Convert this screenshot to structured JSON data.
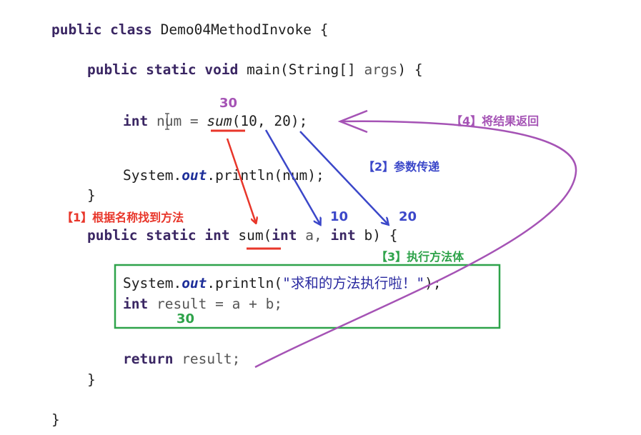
{
  "code": {
    "l1_kw": "public class",
    "l1_rest": " Demo04MethodInvoke {",
    "l2_kw": "public static void",
    "l2_mid": " main(String[] ",
    "l2_param": "args",
    "l2_end": ") {",
    "l3_kw": "int",
    "l3_a": " num = ",
    "l3_call": "sum",
    "l3_b": "(10, 20);",
    "l4_a": "System.",
    "l4_field": "out",
    "l4_b": ".println(num);",
    "l5": "}",
    "l6_kw": "public static int",
    "l6_a": " sum(",
    "l6_kw2": "int",
    "l6_b": " a, ",
    "l6_kw3": "int",
    "l6_c": " b) {",
    "l7_a": "System.",
    "l7_field": "out",
    "l7_b": ".println(",
    "l7_str": "\"求和的方法执行啦！\"",
    "l7_c": ");",
    "l8_kw": "int",
    "l8_rest": " result = a + b;",
    "l9_kw": "return",
    "l9_rest": " result;",
    "l10": "}",
    "l11": "}"
  },
  "annotations": {
    "step1": "【1】根据名称找到方法",
    "step2": "【2】参数传递",
    "step3": "【3】执行方法体",
    "step4": "【4】将结果返回",
    "num_30_top": "30",
    "num_10": "10",
    "num_20": "20",
    "num_30_bottom": "30"
  },
  "colors": {
    "red": "#e8362a",
    "blue": "#3b47c9",
    "green": "#2ea34a",
    "purple": "#a553b5",
    "keyword": "#3a2663"
  }
}
